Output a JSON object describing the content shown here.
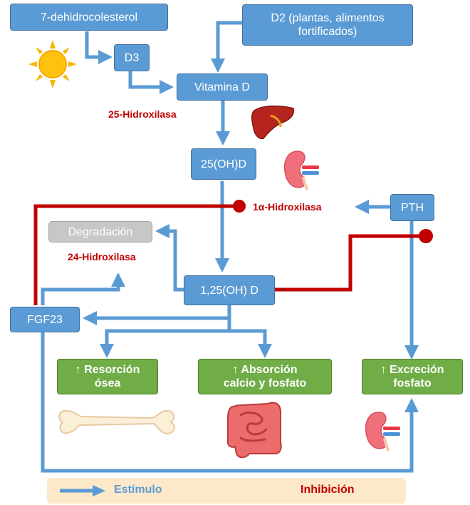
{
  "nodes": {
    "dehydro": "7-dehidrocolesterol",
    "d3": "D3",
    "d2": "D2 (plantas, alimentos\nfortificados)",
    "vitd": "Vitamina D",
    "ohd25": "25(OH)D",
    "pth": "PTH",
    "degradacion": "Degradación",
    "ohd125": "1,25(OH) D",
    "fgf23": "FGF23"
  },
  "outcomes": {
    "resorcion": "↑ Resorción\nósea",
    "absorcion": "↑ Absorción\ncalcio y fosfato",
    "excrecion": "↑ Excreción\nfosfato"
  },
  "enzymes": {
    "hidroxilasa25": "25-Hidroxilasa",
    "hidroxilasa1a": "1α-Hidroxilasa",
    "hidroxilasa24": "24-Hidroxilasa"
  },
  "legend": {
    "stimulus": "Estímulo",
    "inhibition": "Inhibición"
  },
  "colors": {
    "stimulus": "#5b9bd5",
    "inhibition": "#c00000",
    "node": "#5b9bd5",
    "outcome": "#70ad47",
    "legend_bg": "#fde9c9"
  },
  "icons": [
    "sun-icon",
    "liver-icon",
    "kidney-icon",
    "bone-icon",
    "intestine-icon"
  ]
}
